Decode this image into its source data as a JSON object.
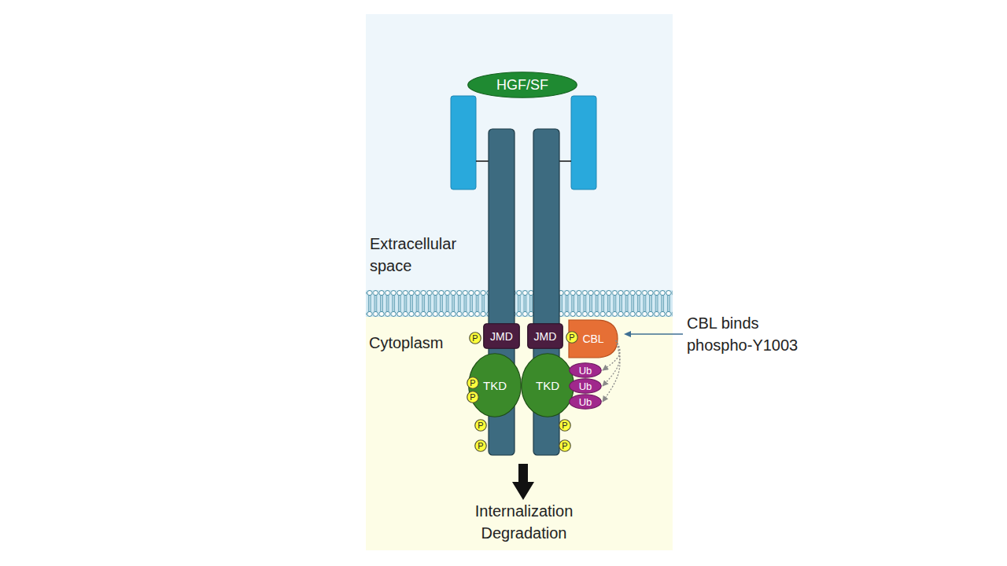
{
  "diagram": {
    "nodes": [
      {
        "text": [
          "HGF/SF"
        ]
      },
      {
        "text": [
          "P"
        ]
      },
      {
        "text": [
          "JMD"
        ]
      },
      {
        "text": [
          "JMD"
        ]
      },
      {
        "text": [
          "P"
        ]
      },
      {
        "text": [
          "CBL"
        ]
      },
      {
        "text": [
          "P"
        ]
      },
      {
        "text": [
          "P"
        ]
      },
      {
        "text": [
          "TKD"
        ]
      },
      {
        "text": [
          "TKD"
        ]
      },
      {
        "text": [
          "Ub"
        ]
      },
      {
        "text": [
          "Ub"
        ]
      },
      {
        "text": [
          "Ub"
        ]
      },
      {
        "text": [
          "P"
        ]
      },
      {
        "text": [
          "P"
        ]
      },
      {
        "text": [
          "P"
        ]
      },
      {
        "text": [
          "P"
        ]
      }
    ],
    "edges": [
      {
        "from": 5,
        "to": 10,
        "arrow": "to"
      },
      {
        "from": 5,
        "to": 11,
        "arrow": "to"
      },
      {
        "from": 5,
        "to": 12,
        "arrow": "to"
      }
    ],
    "labels": [
      "Extracellular space",
      "Cytoplasm",
      "CBL binds phospho-Y1003",
      "Internalization Degradation"
    ]
  }
}
